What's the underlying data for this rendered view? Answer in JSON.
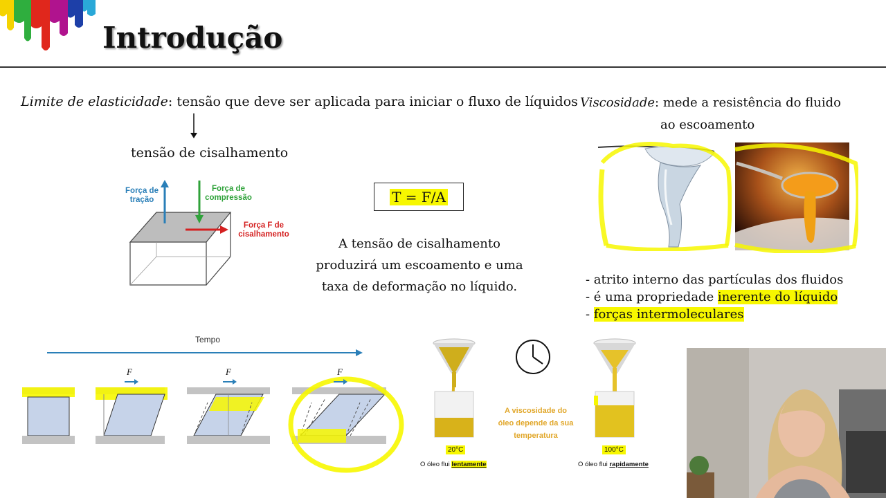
{
  "header": {
    "title": "Introdução"
  },
  "left": {
    "definition_term": "Limite de elasticidade",
    "definition_text": ": tensão que deve ser aplicada para iniciar o fluxo de líquidos",
    "shear_label": "tensão de cisalhamento",
    "diagram": {
      "traction": [
        "Força de",
        "tração"
      ],
      "compression": [
        "Força de",
        "compressão"
      ],
      "shear": [
        "Força F de",
        "cisalhamento"
      ]
    }
  },
  "middle": {
    "formula": "T = F/A",
    "explanation": [
      "A tensão de cisalhamento",
      "produzirá um escoamento e uma",
      "taxa de deformação no líquido."
    ]
  },
  "right": {
    "viscosity_term": "Viscosidade",
    "viscosity_text_1": ": mede a resistência do fluido",
    "viscosity_text_2": "ao escoamento",
    "bullets": [
      {
        "plain": "- atrito interno das partículas dos fluidos",
        "highlight": ""
      },
      {
        "plain": "- é uma propriedade ",
        "highlight": "inerente do líquido"
      },
      {
        "plain": "- ",
        "highlight": "forças intermoleculares"
      }
    ]
  },
  "bottom": {
    "time_label": "Tempo",
    "force_label": "F",
    "temp_low": "20°C",
    "temp_high": "100°C",
    "caption_low_plain": "O óleo flui ",
    "caption_low_em": "lentamente",
    "caption_high_plain": "O óleo flui ",
    "caption_high_em": "rapidamente",
    "viscosity_note": [
      "A viscosidade do",
      "óleo depende da sua",
      "temperatura"
    ]
  },
  "colors": {
    "highlight": "#f7f700",
    "arrow_blue": "#2a7fb8",
    "arrow_green": "#2fa23a",
    "arrow_red": "#d42020",
    "note_gold": "#e1a72a"
  }
}
